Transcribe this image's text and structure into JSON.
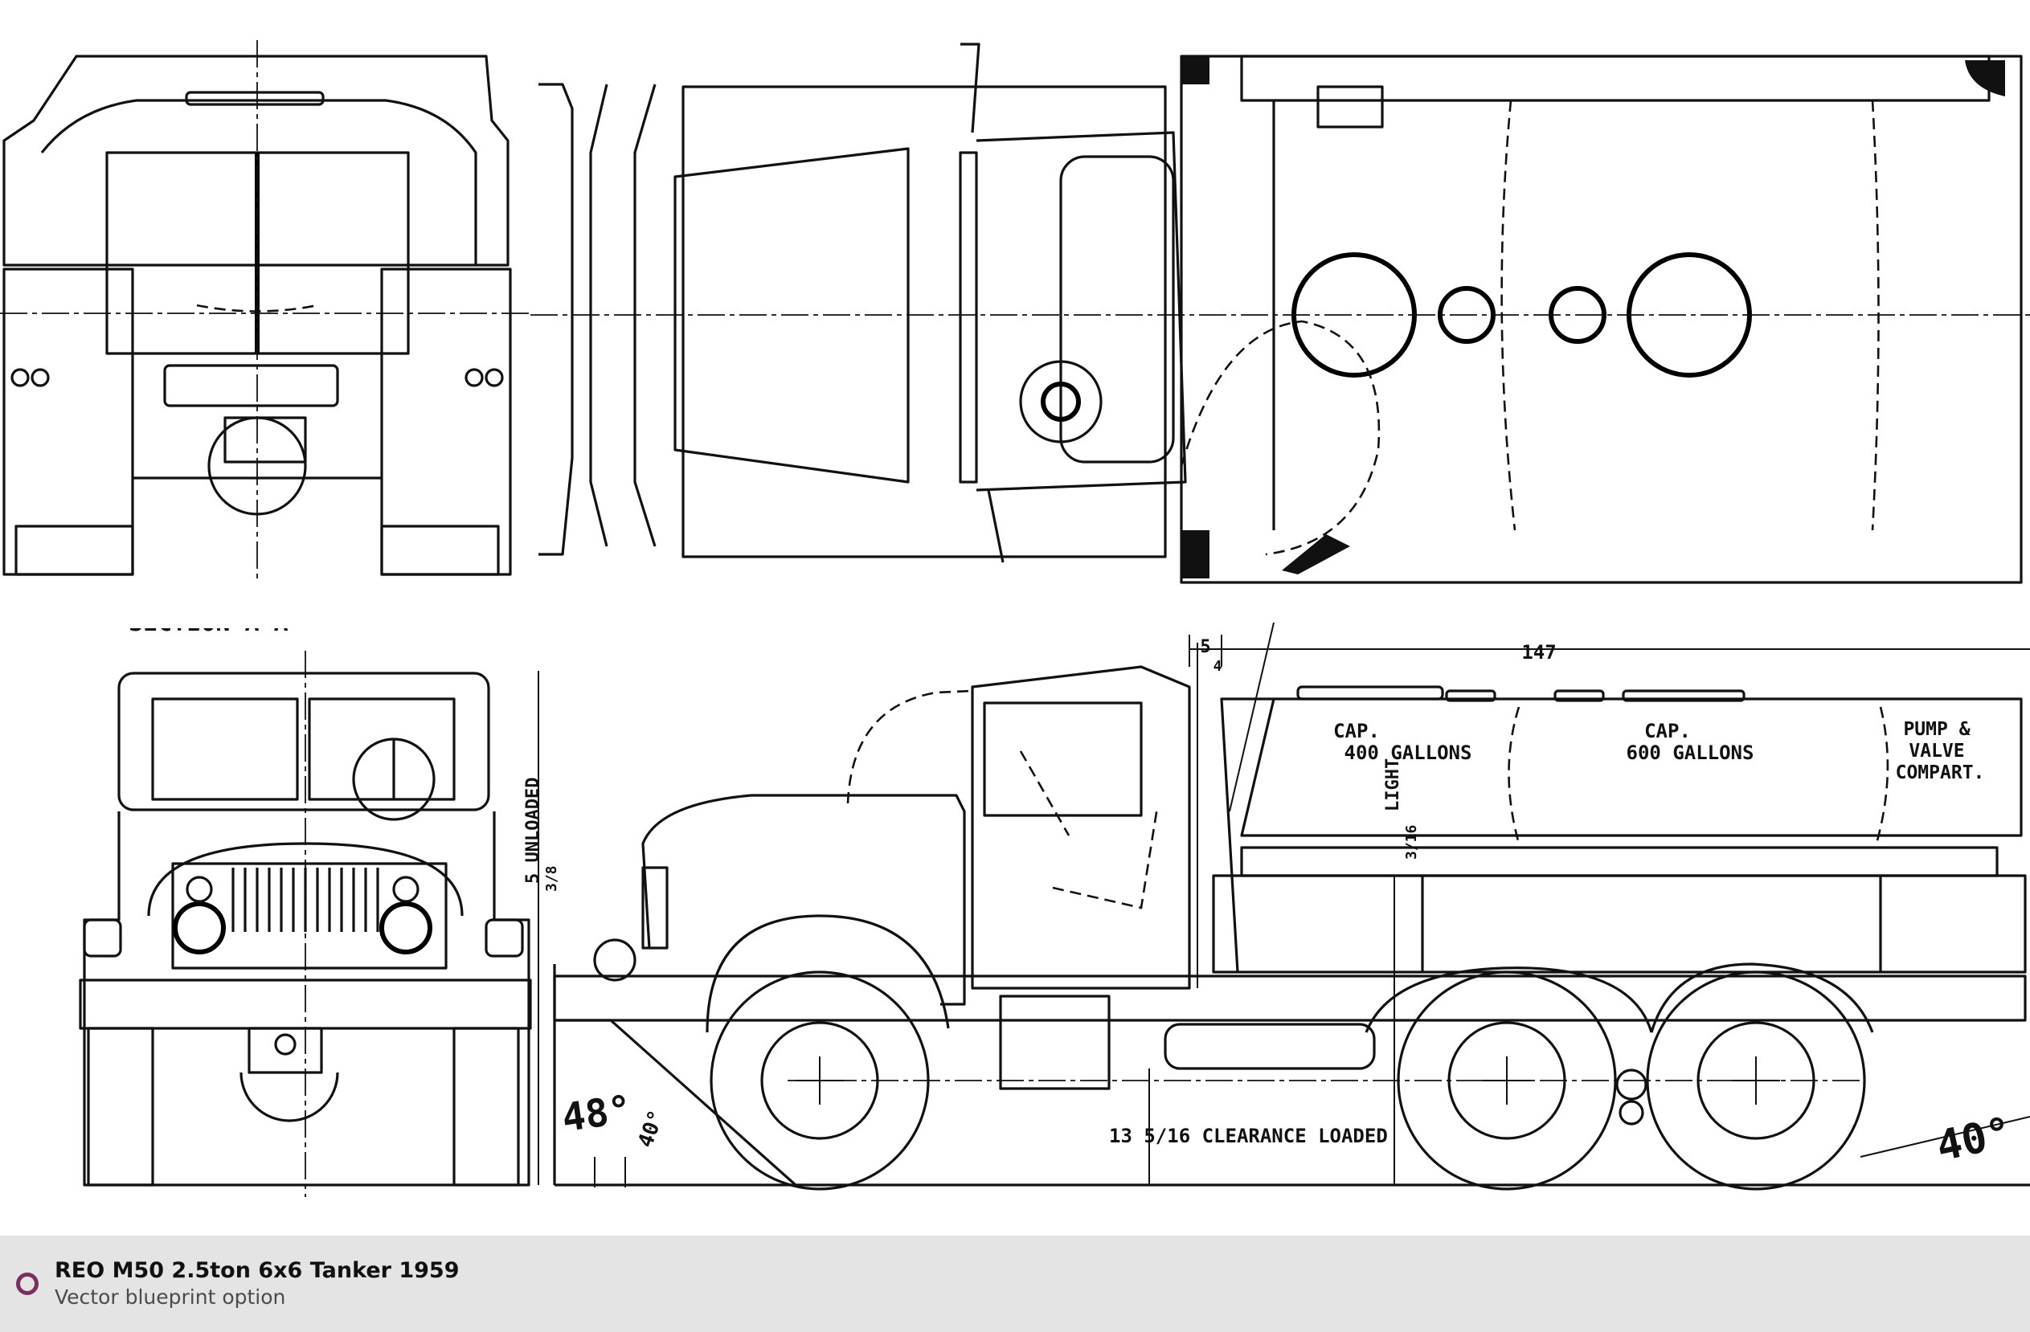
{
  "blueprint": {
    "labels": {
      "tank_front": "CAP.\n400 GALLONS",
      "tank_rear": "CAP.\n600 GALLONS",
      "pump": "PUMP &\nVALVE\nCOMPART.",
      "clearance": "13 5/16 CLEARANCE LOADED",
      "length_dim": "147",
      "small_dim": "5",
      "small_dim_sub": "4",
      "approach_angle": "48°",
      "departure_angle": "40°",
      "small_angle": "40°",
      "unloaded_height": "5 UNLOADED",
      "unloaded_fraction": "3/8",
      "light_height": "LIGHT",
      "light_fraction": "3/16",
      "partial_heading": "SECTION A-A"
    }
  },
  "caption": {
    "title": "REO M50 2.5ton 6x6 Tanker 1959",
    "subtitle": "Vector blueprint option"
  }
}
